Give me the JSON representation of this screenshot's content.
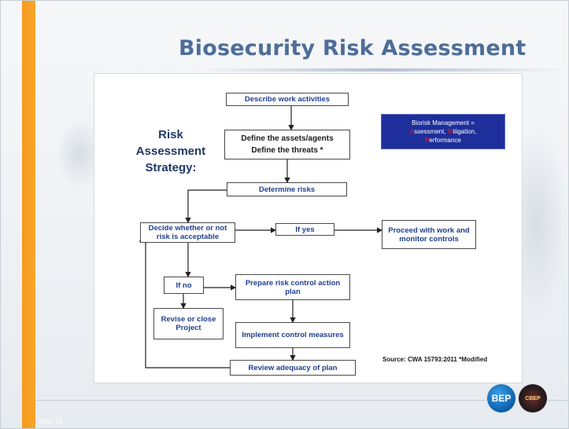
{
  "slide": {
    "title": "Biosecurity Risk Assessment",
    "slide_number": "Slide 15"
  },
  "strategy_label": [
    "Risk",
    "Assessment",
    "Strategy:"
  ],
  "biorisk_box": {
    "line1": "Biorisk Management =",
    "line2": "Assessment, Mitigation,",
    "line3": "Performance",
    "fill_color": "#1e2e9a",
    "letter_color": "#e02020"
  },
  "flowchart": {
    "describe": "Describe work activities",
    "define_line1": "Define the assets/agents",
    "define_line2": "Define the threats *",
    "determine": "Determine risks",
    "decide": "Decide whether or not risk is acceptable",
    "if_yes": "If yes",
    "proceed": "Proceed with work and monitor controls",
    "if_no": "If no",
    "prepare": "Prepare risk control action plan",
    "revise": "Revise or close Project",
    "implement": "Implement control measures",
    "review": "Review adequacy of plan"
  },
  "source": "Source: CWA 15793:2011 *Modified",
  "logos": {
    "left": "BEP",
    "right": "CBEP"
  },
  "colors": {
    "accent_orange": "#f59a1b",
    "title_blue": "#4d6d9a",
    "box_text_blue": "#1f3f8f",
    "strategy_text": "#1f3864"
  }
}
